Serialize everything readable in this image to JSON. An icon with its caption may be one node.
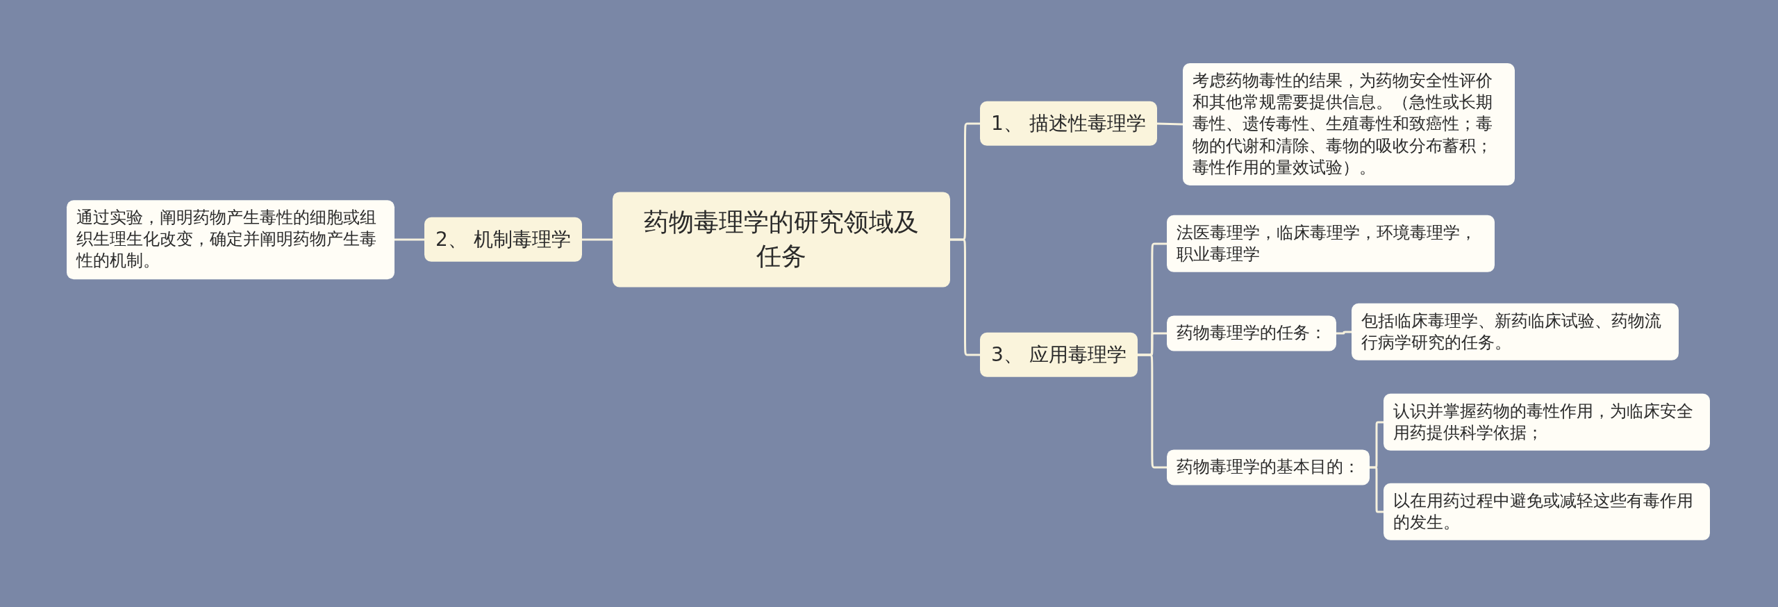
{
  "diagram": {
    "nodes": [
      {
        "text": [
          "药物毒理学的研究领域及任务"
        ]
      },
      {
        "text": [
          "1、 描述性毒理学"
        ]
      },
      {
        "text": [
          "考虑药物毒性的结果，为药物安全性评价和其他常规需要提供信息。（急性或长期毒性、遗传毒性、生殖毒性和致癌性；毒物的代谢和清除、毒物的吸收分布蓄积；毒性作用的量效试验）。"
        ]
      },
      {
        "text": [
          "2、 机制毒理学"
        ]
      },
      {
        "text": [
          "通过实验，阐明药物产生毒性的细胞或组织生理生化改变，确定并阐明药物产生毒性的机制。"
        ]
      },
      {
        "text": [
          "3、 应用毒理学"
        ]
      },
      {
        "text": [
          "法医毒理学，临床毒理学，环境毒理学，职业毒理学"
        ]
      },
      {
        "text": [
          "药物毒理学的任务："
        ]
      },
      {
        "text": [
          "包括临床毒理学、新药临床试验、药物流行病学研究的任务。"
        ]
      },
      {
        "text": [
          "药物毒理学的基本目的："
        ]
      },
      {
        "text": [
          "认识并掌握药物的毒性作用，为临床安全用药提供科学依据；"
        ]
      },
      {
        "text": [
          "以在用药过程中避免或减轻这些有毒作用的发生。"
        ]
      }
    ],
    "edges": [
      {
        "from": 0,
        "to": 1,
        "arrow": "none"
      },
      {
        "from": 1,
        "to": 2,
        "arrow": "none"
      },
      {
        "from": 0,
        "to": 3,
        "arrow": "none"
      },
      {
        "from": 3,
        "to": 4,
        "arrow": "none"
      },
      {
        "from": 0,
        "to": 5,
        "arrow": "none"
      },
      {
        "from": 5,
        "to": 6,
        "arrow": "none"
      },
      {
        "from": 5,
        "to": 7,
        "arrow": "none"
      },
      {
        "from": 7,
        "to": 8,
        "arrow": "none"
      },
      {
        "from": 5,
        "to": 9,
        "arrow": "none"
      },
      {
        "from": 9,
        "to": 10,
        "arrow": "none"
      },
      {
        "from": 9,
        "to": 11,
        "arrow": "none"
      }
    ]
  }
}
